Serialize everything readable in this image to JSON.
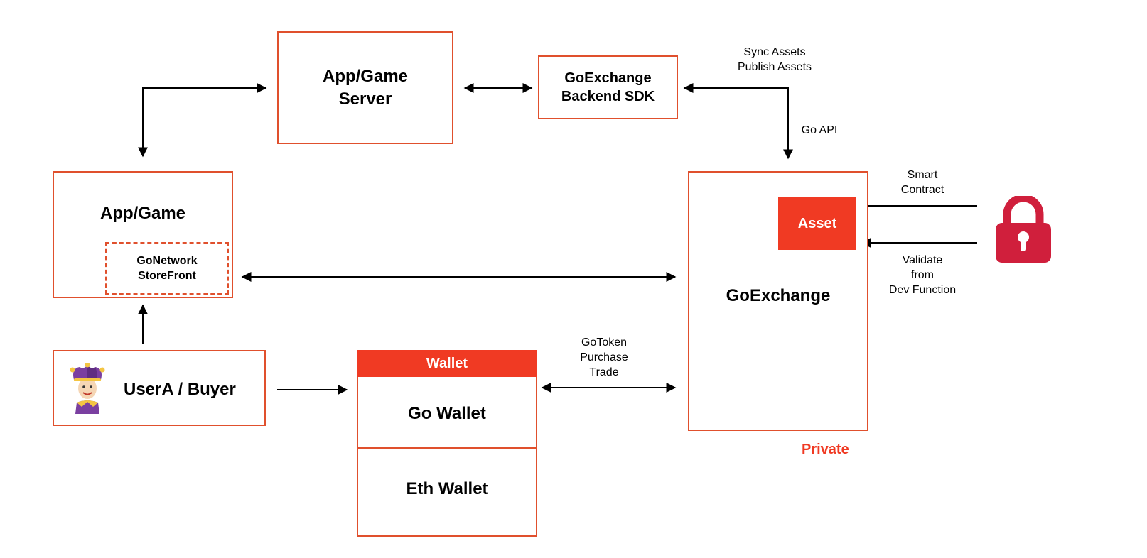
{
  "nodes": {
    "app_game_server": "App/Game\nServer",
    "backend_sdk": "GoExchange\nBackend SDK",
    "app_game": "App/Game",
    "storefront": "GoNetwork\nStoreFront",
    "user": "UserA / Buyer",
    "wallet_header": "Wallet",
    "go_wallet": "Go Wallet",
    "eth_wallet": "Eth Wallet",
    "asset": "Asset",
    "goexchange": "GoExchange",
    "private": "Private"
  },
  "edge_labels": {
    "sync_publish": "Sync Assets\nPublish Assets",
    "go_api": "Go API",
    "smart_contract": "Smart\nContract",
    "validate": "Validate\nfrom\nDev Function",
    "gotoken": "GoToken\nPurchase\nTrade"
  },
  "icons": {
    "user": "jester-avatar-icon",
    "lock": "padlock-icon"
  },
  "colors": {
    "accent": "#f03a23",
    "border": "#e0502d",
    "lock": "#d01f3c",
    "line": "#000000"
  }
}
